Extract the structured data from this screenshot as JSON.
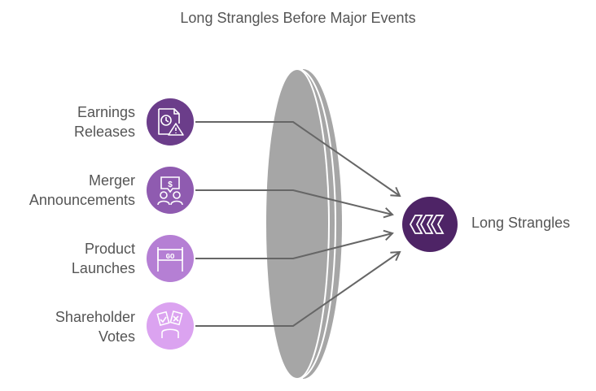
{
  "title": "Long Strangles Before Major Events",
  "sources": [
    {
      "label_line1": "Earnings",
      "label_line2": "Releases",
      "icon": "document-clock-warning-icon",
      "color": "#6b3d8a"
    },
    {
      "label_line1": "Merger",
      "label_line2": "Announcements",
      "icon": "people-dollar-chat-icon",
      "color": "#8f5bb0"
    },
    {
      "label_line1": "Product",
      "label_line2": "Launches",
      "icon": "go-sign-icon",
      "color": "#b57fd4"
    },
    {
      "label_line1": "Shareholder",
      "label_line2": "Votes",
      "icon": "ballot-box-icon",
      "color": "#dba3f0"
    }
  ],
  "target": {
    "label": "Long Strangles",
    "icon": "double-chevron-left-icon",
    "color": "#4e2466"
  },
  "lens_color": "#a6a6a6",
  "line_color": "#666666"
}
